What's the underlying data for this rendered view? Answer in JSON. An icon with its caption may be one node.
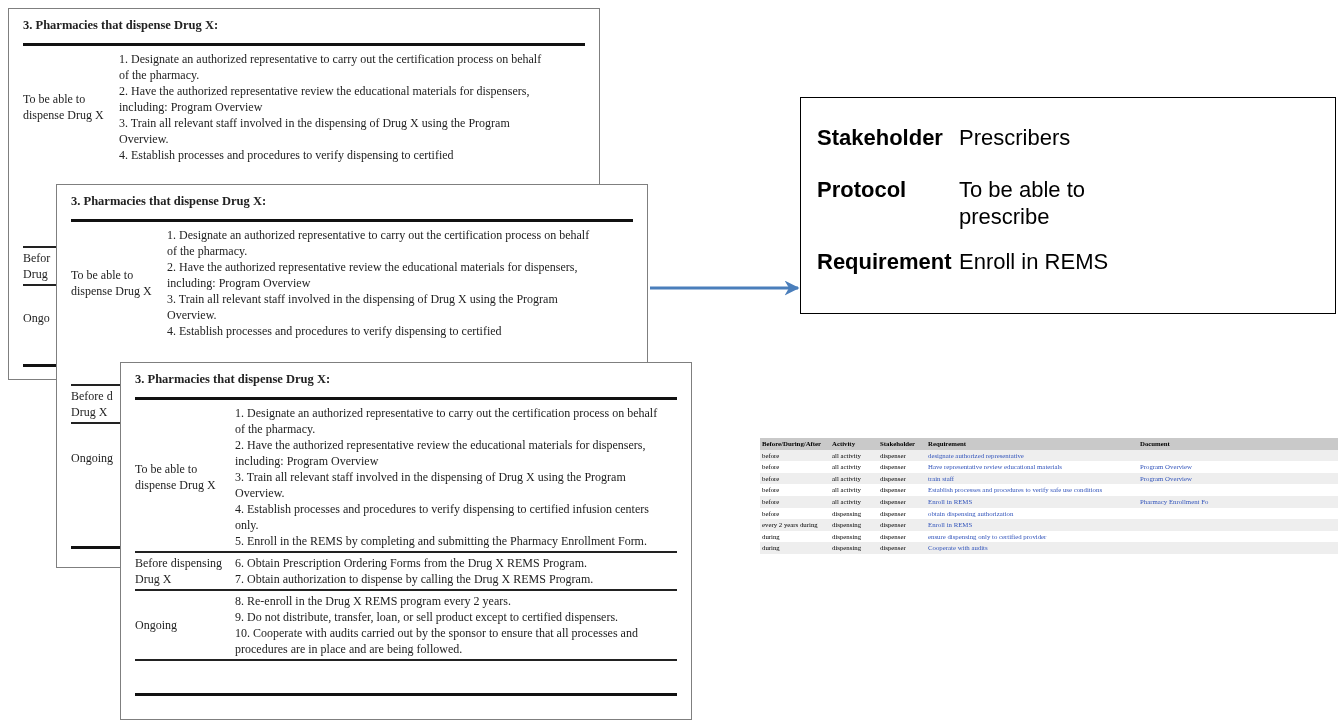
{
  "diagram": {
    "nodes": [
      {
        "text": [
          "3. Pharmacies that dispense Drug X:",
          "To be able to dispense Drug X",
          "1. Designate an authorized representative to carry out the certification process on behalf of the pharmacy.",
          "2. Have the authorized representative review the educational materials for dispensers, including: Program Overview",
          "3. Train all relevant staff involved in the dispensing of Drug X using the Program Overview.",
          "4. Establish processes and procedures to verify dispensing to certified"
        ]
      },
      {
        "text": [
          "3. Pharmacies that dispense Drug X:",
          "To be able to dispense Drug X",
          "1. Designate an authorized representative to carry out the certification process on behalf of the pharmacy.",
          "2. Have the authorized representative review the educational materials for dispensers, including: Program Overview",
          "3. Train all relevant staff involved in the dispensing of Drug X using the Program Overview.",
          "4. Establish processes and procedures to verify dispensing to certified"
        ]
      },
      {
        "text": [
          "3. Pharmacies that dispense Drug X:",
          "To be able to dispense Drug X",
          "1. Designate an authorized representative to carry out the certification process on behalf of the pharmacy.",
          "2. Have the authorized representative review the educational materials for dispensers, including: Program Overview",
          "3. Train all relevant staff involved in the dispensing of Drug X using the Program Overview.",
          "4. Establish processes and procedures to verify dispensing to certified infusion centers only.",
          "5. Enroll in the REMS by completing and submitting the Pharmacy Enrollment Form.",
          "Before dispensing Drug X",
          "6. Obtain Prescription Ordering Forms from the Drug X REMS Program.",
          "7. Obtain authorization to dispense by calling the Drug X REMS Program.",
          "Ongoing",
          "8. Re-enroll in the Drug X REMS program every 2 years.",
          "9. Do not distribute, transfer, loan, or sell product except to certified dispensers.",
          "10. Cooperate with audits carried out by the sponsor to ensure that all processes and procedures are in place and are being followed."
        ]
      },
      {
        "text": [
          "Stakeholder",
          "Prescribers",
          "Protocol",
          "To be able to prescribe",
          "Requirement",
          "Enroll in REMS"
        ]
      }
    ],
    "edges": [
      {
        "from": 1,
        "to": 3,
        "arrow": "to"
      }
    ],
    "labels": [
      "Befor",
      "Drug",
      "Ongo",
      "Before d",
      "Drug X",
      "Ongoing",
      "Before/During/After",
      "Activity",
      "Stakeholder",
      "Requirement",
      "Document",
      "before",
      "all activity",
      "dispenser",
      "designate authorized representative",
      "before",
      "all activity",
      "dispenser",
      "Have representative review educational materials",
      "Program Overview",
      "before",
      "all activity",
      "dispenser",
      "train staff",
      "Program Overview",
      "before",
      "all activity",
      "dispenser",
      "Establish processes and procedures to verify safe use conditions",
      "before",
      "all activity",
      "dispenser",
      "Enroll in REMS",
      "Pharmacy Enrollment Fo",
      "before",
      "dispensing",
      "dispenser",
      "obtain dispensing authorization",
      "every 2 years during",
      "dispensing",
      "dispenser",
      "Enroll in REMS",
      "during",
      "dispensing",
      "dispenser",
      "ensure dispensing only to certified provider",
      "during",
      "dispensing",
      "dispenser",
      "Cooperate with audits"
    ]
  }
}
